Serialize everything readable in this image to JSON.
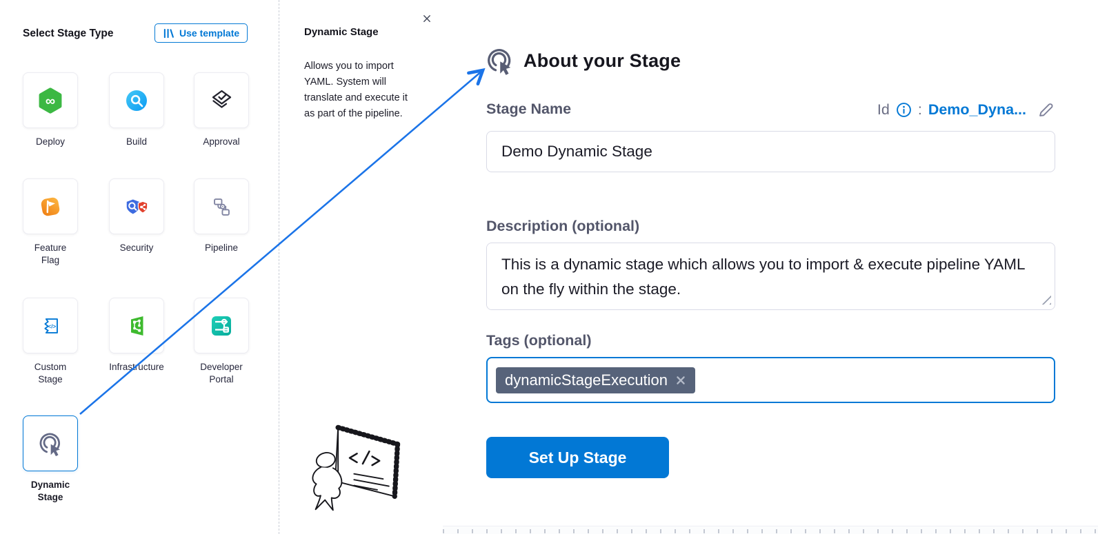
{
  "colors": {
    "accent": "#0278d5",
    "arrow": "#1b74e8",
    "chip_bg": "#57637a"
  },
  "left_panel": {
    "title": "Select Stage Type",
    "use_template_label": "Use template",
    "stages": [
      {
        "label": "Deploy"
      },
      {
        "label": "Build"
      },
      {
        "label": "Approval"
      },
      {
        "label": "Feature\nFlag"
      },
      {
        "label": "Security"
      },
      {
        "label": "Pipeline"
      },
      {
        "label": "Custom\nStage"
      },
      {
        "label": "Infrastructure"
      },
      {
        "label": "Developer\nPortal"
      },
      {
        "label": "Dynamic\nStage",
        "selected": true
      }
    ]
  },
  "info_panel": {
    "title": "Dynamic Stage",
    "description": "Allows you to import YAML. System will translate and execute it as part of the pipeline."
  },
  "about_panel": {
    "title": "About your Stage",
    "name_label": "Stage Name",
    "name_value": "Demo Dynamic Stage",
    "id_label": "Id",
    "id_separator": ":",
    "id_value": "Demo_Dyna...",
    "description_label": "Description (optional)",
    "description_value": "This is a dynamic stage which allows you to import & execute pipeline YAML on the fly within the stage.",
    "tags_label": "Tags (optional)",
    "tags": [
      {
        "text": "dynamicStageExecution"
      }
    ],
    "submit_label": "Set Up Stage"
  }
}
